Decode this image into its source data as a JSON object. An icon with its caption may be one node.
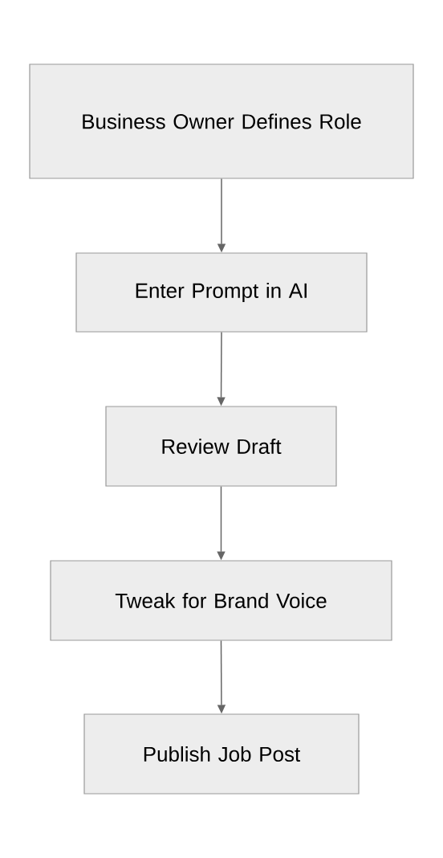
{
  "diagram": {
    "nodes": [
      {
        "text": [
          "Business Owner Defines Role"
        ]
      },
      {
        "text": [
          "Enter Prompt in AI"
        ]
      },
      {
        "text": [
          "Review Draft"
        ]
      },
      {
        "text": [
          "Tweak for Brand Voice"
        ]
      },
      {
        "text": [
          "Publish Job Post"
        ]
      }
    ],
    "edges": [
      {
        "from": 0,
        "to": 1,
        "arrow": "to"
      },
      {
        "from": 1,
        "to": 2,
        "arrow": "to"
      },
      {
        "from": 2,
        "to": 3,
        "arrow": "to"
      },
      {
        "from": 3,
        "to": 4,
        "arrow": "to"
      }
    ]
  }
}
